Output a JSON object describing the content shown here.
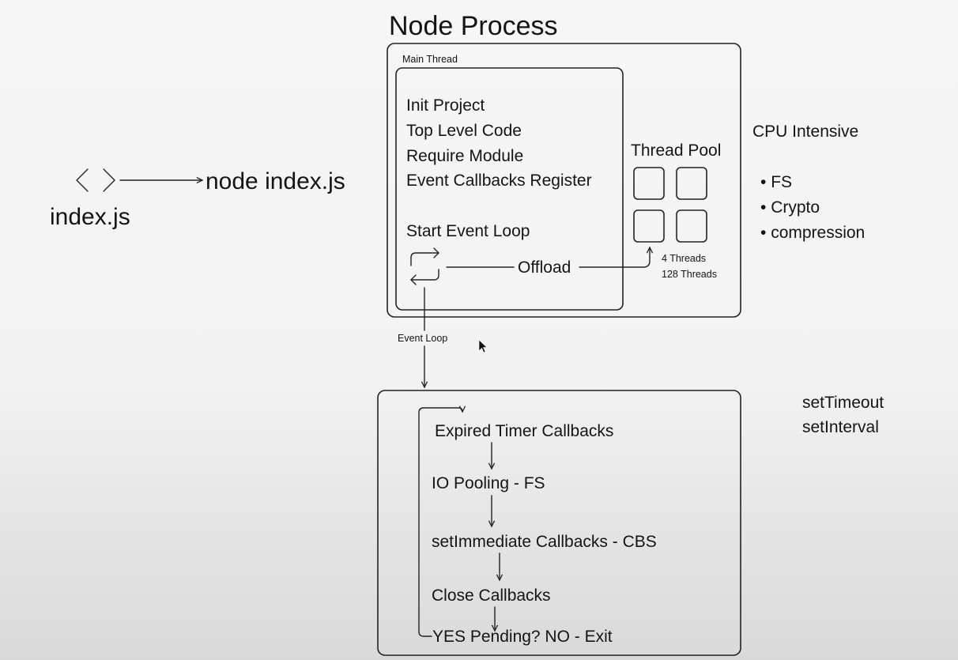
{
  "node_process": {
    "title": "Node Process",
    "main_thread": {
      "label": "Main Thread",
      "steps": [
        "Init Project",
        "Top Level Code",
        "Require Module",
        "Event Callbacks Register"
      ],
      "start_event_loop": "Start Event Loop"
    },
    "offload_label": "Offload",
    "thread_pool": {
      "title": "Thread Pool",
      "default_threads": "4 Threads",
      "max_threads": "128 Threads"
    }
  },
  "source_file": {
    "label": "index.js",
    "command": "node index.js"
  },
  "cpu_intensive": {
    "title": "CPU Intensive",
    "items": [
      "FS",
      "Crypto",
      "compression"
    ]
  },
  "event_loop": {
    "label": "Event Loop",
    "phases": [
      "Expired Timer Callbacks",
      "IO Pooling - FS",
      "setImmediate Callbacks - CBS",
      "Close Callbacks",
      "YES Pending? NO - Exit"
    ]
  },
  "timer_functions": [
    "setTimeout",
    "setInterval"
  ]
}
